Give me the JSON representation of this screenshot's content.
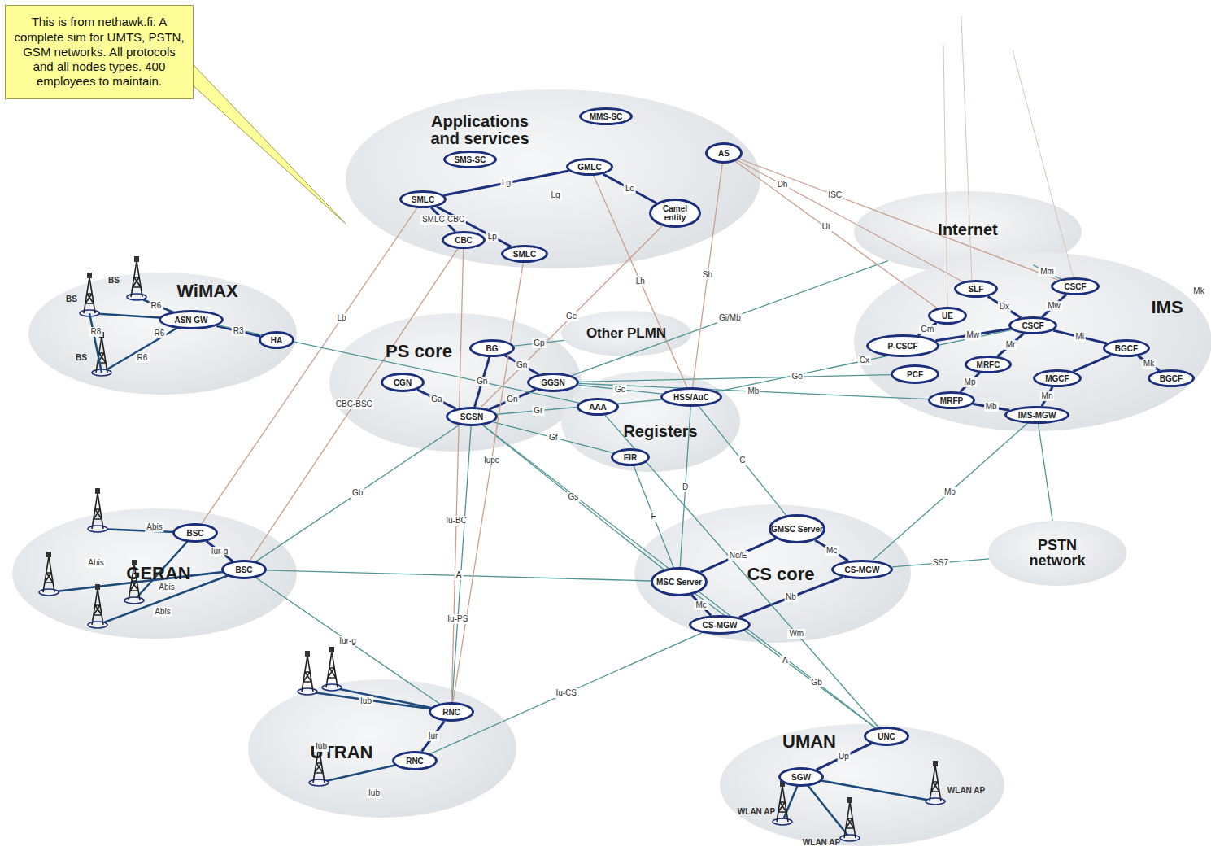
{
  "diagram": {
    "nodes": [
      {
        "text": [
          "This is from nethawk.fi: A complete sim for UMTS, PSTN, GSM networks. All protocols and all nodes types. 400 employees to maintain."
        ]
      },
      {
        "text": [
          "Applications and services"
        ]
      },
      {
        "text": [
          "MMS-SC"
        ],
        "in": 1
      },
      {
        "text": [
          "SMS-SC"
        ],
        "in": 1
      },
      {
        "text": [
          "GMLC"
        ],
        "in": 1
      },
      {
        "text": [
          "AS"
        ],
        "in": 1
      },
      {
        "text": [
          "SMLC"
        ],
        "in": 1
      },
      {
        "text": [
          "Camel entity"
        ],
        "in": 1
      },
      {
        "text": [
          "CBC"
        ],
        "in": 1
      },
      {
        "text": [
          "SMLC"
        ],
        "in": 1
      },
      {
        "text": [
          "Internet"
        ]
      },
      {
        "text": [
          "Other PLMN"
        ]
      },
      {
        "text": [
          "IMS"
        ]
      },
      {
        "text": [
          "SLF"
        ],
        "in": 12
      },
      {
        "text": [
          "CSCF"
        ],
        "in": 12
      },
      {
        "text": [
          "UE"
        ],
        "in": 12
      },
      {
        "text": [
          "CSCF"
        ],
        "in": 12
      },
      {
        "text": [
          "P-CSCF"
        ],
        "in": 12
      },
      {
        "text": [
          "PCF"
        ],
        "in": 12
      },
      {
        "text": [
          "MRFC"
        ],
        "in": 12
      },
      {
        "text": [
          "MGCF"
        ],
        "in": 12
      },
      {
        "text": [
          "BGCF"
        ],
        "in": 12
      },
      {
        "text": [
          "BGCF"
        ],
        "in": 12
      },
      {
        "text": [
          "MRFP"
        ],
        "in": 12
      },
      {
        "text": [
          "IMS-MGW"
        ],
        "in": 12
      },
      {
        "text": [
          "WiMAX"
        ]
      },
      {
        "text": [
          "ASN GW"
        ],
        "in": 25
      },
      {
        "text": [
          "HA"
        ],
        "in": 25
      },
      {
        "text": [
          "PS core"
        ]
      },
      {
        "text": [
          "BG"
        ],
        "in": 28
      },
      {
        "text": [
          "GGSN"
        ],
        "in": 28
      },
      {
        "text": [
          "CGN"
        ],
        "in": 28
      },
      {
        "text": [
          "SGSN"
        ],
        "in": 28
      },
      {
        "text": [
          "Registers"
        ]
      },
      {
        "text": [
          "AAA"
        ],
        "in": 33
      },
      {
        "text": [
          "HSS/AuC"
        ],
        "in": 33
      },
      {
        "text": [
          "EIR"
        ],
        "in": 33
      },
      {
        "text": [
          "GERAN"
        ]
      },
      {
        "text": [
          "BSC"
        ],
        "in": 37
      },
      {
        "text": [
          "BSC"
        ],
        "in": 37
      },
      {
        "text": [
          "CS core"
        ]
      },
      {
        "text": [
          "GMSC Server"
        ],
        "in": 40
      },
      {
        "text": [
          "MSC Server"
        ],
        "in": 40
      },
      {
        "text": [
          "CS-MGW"
        ],
        "in": 40
      },
      {
        "text": [
          "CS-MGW"
        ],
        "in": 40
      },
      {
        "text": [
          "PSTN network"
        ]
      },
      {
        "text": [
          "UTRAN"
        ]
      },
      {
        "text": [
          "RNC"
        ],
        "in": 46
      },
      {
        "text": [
          "RNC"
        ],
        "in": 46
      },
      {
        "text": [
          "UMAN"
        ]
      },
      {
        "text": [
          "UNC"
        ],
        "in": 49
      },
      {
        "text": [
          "SGW"
        ],
        "in": 49
      }
    ],
    "edges": [
      {
        "from": 38,
        "to": 39,
        "arrow": "none",
        "label": "Iur-g"
      },
      {
        "from": 47,
        "to": 48,
        "arrow": "none",
        "label": "Iur"
      },
      {
        "from": 26,
        "to": 27,
        "arrow": "none",
        "label": "R3"
      },
      {
        "from": 29,
        "to": 30,
        "arrow": "none",
        "label": "Gn"
      },
      {
        "from": 29,
        "to": 32,
        "arrow": "none",
        "label": "Gn"
      },
      {
        "from": 30,
        "to": 32,
        "arrow": "none",
        "label": "Gn"
      },
      {
        "from": 31,
        "to": 32,
        "arrow": "none",
        "label": "Ga"
      },
      {
        "from": 29,
        "to": 11,
        "arrow": "none",
        "label": "Gp"
      },
      {
        "from": 30,
        "to": 10,
        "arrow": "none",
        "label": "Gi/Mb"
      },
      {
        "from": 30,
        "to": 35,
        "arrow": "none",
        "label": "Gc"
      },
      {
        "from": 32,
        "to": 35,
        "arrow": "none",
        "label": "Gr"
      },
      {
        "from": 32,
        "to": 36,
        "arrow": "none",
        "label": "Gf"
      },
      {
        "from": 32,
        "to": 42,
        "arrow": "none",
        "label": "Gs"
      },
      {
        "from": 42,
        "to": 41,
        "arrow": "none",
        "label": "Nc/E"
      },
      {
        "from": 42,
        "to": 44,
        "arrow": "none",
        "label": "Mc"
      },
      {
        "from": 41,
        "to": 43,
        "arrow": "none",
        "label": "Mc"
      },
      {
        "from": 43,
        "to": 44,
        "arrow": "none",
        "label": "Nb"
      },
      {
        "from": 43,
        "to": 45,
        "arrow": "none",
        "label": "SS7"
      },
      {
        "from": 41,
        "to": 35,
        "arrow": "none",
        "label": "C"
      },
      {
        "from": 42,
        "to": 35,
        "arrow": "none",
        "label": "D"
      },
      {
        "from": 42,
        "to": 36,
        "arrow": "none",
        "label": "F"
      },
      {
        "from": 39,
        "to": 32,
        "arrow": "none",
        "label": "Gb"
      },
      {
        "from": 39,
        "to": 42,
        "arrow": "none",
        "label": "A"
      },
      {
        "from": 47,
        "to": 32,
        "arrow": "none",
        "label": "Iu-PS"
      },
      {
        "from": 48,
        "to": 44,
        "arrow": "none",
        "label": "Iu-CS"
      },
      {
        "from": 50,
        "to": 32,
        "arrow": "none",
        "label": "Gb"
      },
      {
        "from": 50,
        "to": 42,
        "arrow": "none",
        "label": "A"
      },
      {
        "from": 50,
        "to": 34,
        "arrow": "none",
        "label": "Wm"
      },
      {
        "from": 50,
        "to": 51,
        "arrow": "none",
        "label": "Up"
      },
      {
        "from": 39,
        "to": 47,
        "arrow": "none",
        "label": "Iur-g"
      },
      {
        "from": 13,
        "to": 16,
        "arrow": "none",
        "label": "Dx"
      },
      {
        "from": 14,
        "to": 16,
        "arrow": "none",
        "label": "Mw"
      },
      {
        "from": 15,
        "to": 17,
        "arrow": "none",
        "label": "Gm"
      },
      {
        "from": 17,
        "to": 16,
        "arrow": "none",
        "label": "Mw"
      },
      {
        "from": 16,
        "to": 19,
        "arrow": "none",
        "label": "Mr"
      },
      {
        "from": 16,
        "to": 21,
        "arrow": "none",
        "label": "Mi"
      },
      {
        "from": 21,
        "to": 22,
        "arrow": "none",
        "label": "Mk"
      },
      {
        "from": 19,
        "to": 23,
        "arrow": "none",
        "label": "Mp"
      },
      {
        "from": 20,
        "to": 24,
        "arrow": "none",
        "label": "Mn"
      },
      {
        "from": 23,
        "to": 24,
        "arrow": "none",
        "label": "Mb"
      },
      {
        "from": 20,
        "to": 21,
        "arrow": "none"
      },
      {
        "from": 16,
        "to": 35,
        "arrow": "none",
        "label": "Cx"
      },
      {
        "from": 18,
        "to": 30,
        "arrow": "none",
        "label": "Go"
      },
      {
        "from": 24,
        "to": 43,
        "arrow": "none",
        "label": "Mb"
      },
      {
        "from": 30,
        "to": 23,
        "arrow": "none",
        "label": "Mb"
      },
      {
        "from": 24,
        "to": 45,
        "arrow": "none"
      },
      {
        "from": 14,
        "to": 10,
        "arrow": "none",
        "label": "Mm"
      },
      {
        "from": 5,
        "to": 35,
        "arrow": "none",
        "label": "Sh"
      },
      {
        "from": 4,
        "to": 35,
        "arrow": "none",
        "label": "Lh"
      },
      {
        "from": 4,
        "to": 7,
        "arrow": "none",
        "label": "Lc"
      },
      {
        "from": 6,
        "to": 4,
        "arrow": "none",
        "label": "Lg"
      },
      {
        "from": 6,
        "to": 8,
        "arrow": "none",
        "label": "SMLC-CBC"
      },
      {
        "from": 6,
        "to": 9,
        "arrow": "none",
        "label": "Lp"
      },
      {
        "from": 8,
        "to": 39,
        "arrow": "none",
        "label": "CBC-BSC"
      },
      {
        "from": 8,
        "to": 47,
        "arrow": "none",
        "label": "Iu-BC"
      },
      {
        "from": 6,
        "to": 38,
        "arrow": "none",
        "label": "Lb"
      },
      {
        "from": 9,
        "to": 47,
        "arrow": "none",
        "label": "Iupc"
      },
      {
        "from": 7,
        "to": 32,
        "arrow": "none",
        "label": "Ge"
      },
      {
        "from": 5,
        "to": 14,
        "arrow": "none",
        "label": "ISC"
      },
      {
        "from": 5,
        "to": 13,
        "arrow": "none",
        "label": "Dh"
      },
      {
        "from": 5,
        "to": 15,
        "arrow": "none",
        "label": "Ut"
      },
      {
        "from": 26,
        "to": 34,
        "arrow": "none"
      }
    ],
    "labels": [
      "Lg",
      "Mk",
      "R8",
      "R6",
      "R6",
      "R6",
      "BS",
      "BS",
      "BS",
      "Abis",
      "Abis",
      "Abis",
      "Abis",
      "Iub",
      "Iub",
      "Iub",
      "WLAN AP",
      "WLAN AP",
      "WLAN AP"
    ]
  }
}
